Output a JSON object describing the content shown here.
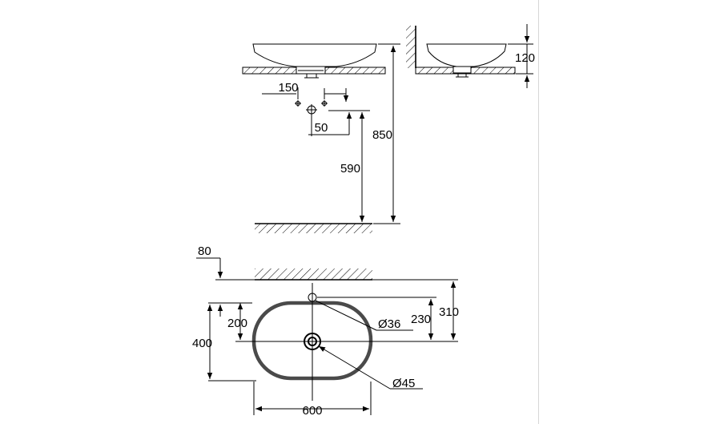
{
  "dimensions": {
    "basin_height": "120",
    "floor_to_top": "850",
    "floor_to_waste": "590",
    "supply_offset": "150",
    "waste_offset": "50",
    "wall_gap": "80",
    "depth_to_waste": "200",
    "overall_depth": "400",
    "overall_width": "600",
    "depth_310": "310",
    "depth_230": "230",
    "tap_hole_diameter": "Ø36",
    "waste_diameter": "Ø45"
  },
  "colors": {
    "line": "#000000",
    "basin_outline": "#4a4a4a",
    "divider": "#d6d6d6"
  }
}
